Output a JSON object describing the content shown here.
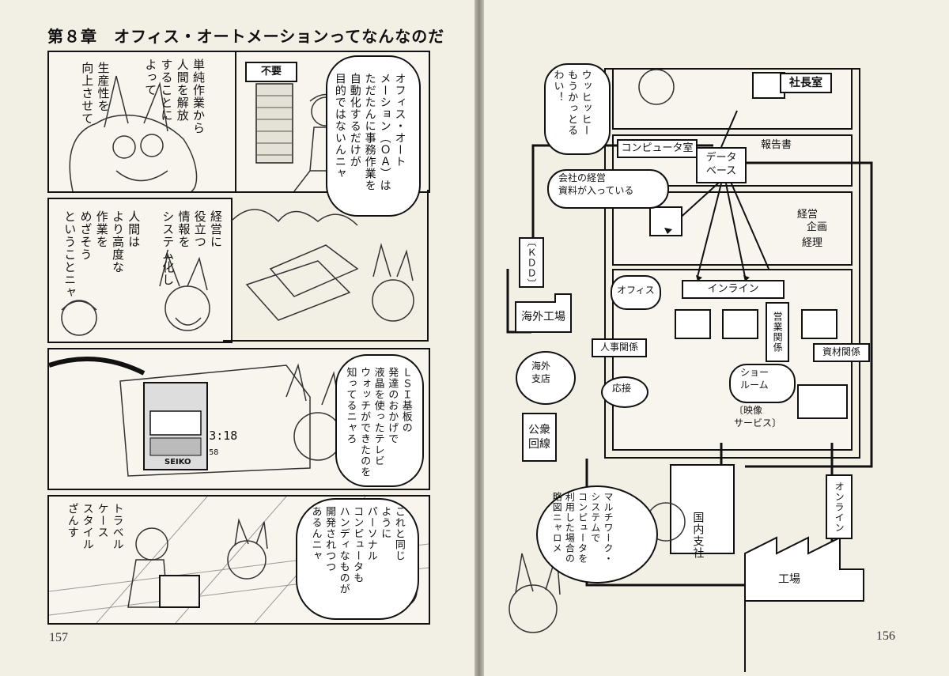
{
  "left_page": {
    "title": "第８章　オフィス・オートメーションってなんなのだ",
    "page_number": "157",
    "panel1": {
      "speech_a": "生産性を\n向上させて",
      "speech_b": "単純作業から\n人間を解放\nすることに\nよって",
      "sign": "不要",
      "speech_c": "オフィス・オート\nメーション（ＯＡ）は\nただたんに事務作業を\n自動化するだけが\n目的ではないんニャ"
    },
    "panel2": {
      "speech_a": "経営に\n役立つ\n情報を\nシステム化し",
      "speech_b": "人間は\nより高度な\n作業を\nめざそう\nということニャ"
    },
    "panel3": {
      "watch_time": "3:18",
      "watch_seconds": "58",
      "watch_brand": "SEIKO",
      "speech": "ＬＳＩ基板の\n発達のおかげで\n液晶を使ったテレビ\nウォッチができたのを\n知ってるニャろ"
    },
    "panel4": {
      "speech_a": "トラベル\nケース\nスタイル\nざんす",
      "speech_b": "これと同じ\nように\nパーソナル\nコンピュータも\nハンディなものが\n開発されつつ\nあるんニャ"
    }
  },
  "right_page": {
    "page_number": "156",
    "speech_top": "ウッヒッヒー\nもうかっとる\nわい！",
    "speech_bottom": "マルチワーク・\nシステムで\nコンピュータを\n利用した場合の\n略図ニャロメ",
    "labels": {
      "president": "社長室",
      "computer_room": "コンピュータ室",
      "report": "報告書",
      "database": "データ\nベース",
      "db_note": "会社の経営\n資料が入っている",
      "management": "経営",
      "planning": "企画",
      "accounting": "経理",
      "kdd": "〔ＫＤＤ〕",
      "overseas_factory": "海外工場",
      "inline": "インライン",
      "office": "オフィス",
      "sales": "営業関係",
      "personnel": "人事関係",
      "materials": "資材関係",
      "overseas_branch": "海外\n支店",
      "reception": "応接",
      "showroom": "ショー\nルーム",
      "video_service": "〔映像\nサービス〕",
      "public_line": "公衆\n回線",
      "domestic_branch": "国内支社",
      "online": "オンライン",
      "factory": "工場"
    }
  },
  "colors": {
    "paper": "#f2efe4",
    "ink": "#111111",
    "gutter": "#8e8a82"
  }
}
